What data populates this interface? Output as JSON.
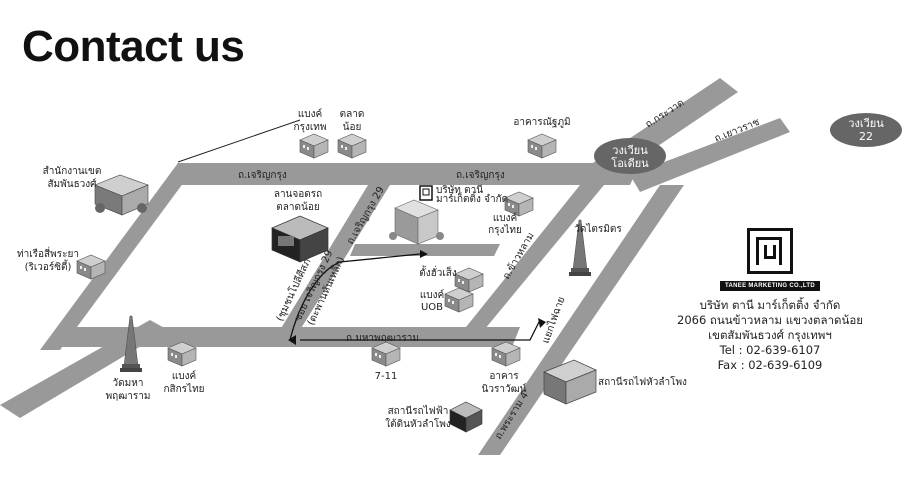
{
  "title": "Contact us",
  "roads": {
    "charoen_krung_1": "ถ.เจริญกรุง",
    "charoen_krung_2": "ถ.เจริญกรุง",
    "krung_kasem": "ถ.กระวาด",
    "yaowarat": "ถ.เยาวราช",
    "charoen_krung_29": "ถ.เจริญกรุง 29",
    "soi_charoen_krung_29": "ซอย เจริญกรุง 29",
    "soi_charoen_krung_29_sub": "(ตะพานหันเหล็ก)",
    "chom_maipsil": "(ชุมชนโปลีศีสภา)",
    "khao_lam": "ถ.ข้าวหลาม",
    "maha_phruetharam": "ถ.มหาพฤฒาราม",
    "phra_ram_4": "ถ.พระราม 4",
    "yaek_hua_lamphong": "แยกไฟฉาย"
  },
  "roundabouts": {
    "odeon": [
      "วงเวียน",
      "โอเดียน"
    ],
    "wongwian_22": [
      "วงเวียน",
      "22"
    ]
  },
  "places": {
    "bangkok_bank": [
      "แบงค์",
      "กรุงเทพ"
    ],
    "talat_noi": [
      "ตลาด",
      "น้อย"
    ],
    "nacha_building": "อาคารณัฐภูมิ",
    "district_office": [
      "สำนักงานเขต",
      "สัมพันธวงศ์"
    ],
    "pier": [
      "ท่าเรือสี่พระยา",
      "(ริเวอร์ซิตี้)"
    ],
    "parking": [
      "ลานจอดรถ",
      "ตลาดน้อย"
    ],
    "company_pin": [
      "บริษัท ตานี",
      "มาร์เก็ตติ้ง จำกัด"
    ],
    "krungthai": [
      "แบงค์",
      "กรุงไทย"
    ],
    "wat_traimit": "วัดไตรมิตร",
    "tang_hua_seng": "ตั้งฮั่วเส็ง",
    "uob": [
      "แบงค์",
      "UOB"
    ],
    "wat_maha_phruetharam": [
      "วัดมหา",
      "พฤฒาราม"
    ],
    "kasikorn": [
      "แบงค์",
      "กสิกรไทย"
    ],
    "seven_eleven": "7-11",
    "niwet_building": [
      "อาคาร",
      "นิวราวัฒน์"
    ],
    "hualamphong_station": "สถานีรถไฟหัวลำโพง",
    "mrt_station": [
      "สถานีรถไฟฟ้า",
      "ใต้ดินหัวลำโพง"
    ]
  },
  "company": {
    "logo_caption": "TANEE MARKETING CO.,LTD",
    "name": "บริษัท ตานี มาร์เก็ตติ้ง จำกัด",
    "address_1": "2066 ถนนข้าวหลาม แขวงตลาดน้อย",
    "address_2": "เขตสัมพันธวงศ์ กรุงเทพฯ",
    "tel": "Tel : 02-639-6107",
    "fax": "Fax : 02-639-6109"
  }
}
